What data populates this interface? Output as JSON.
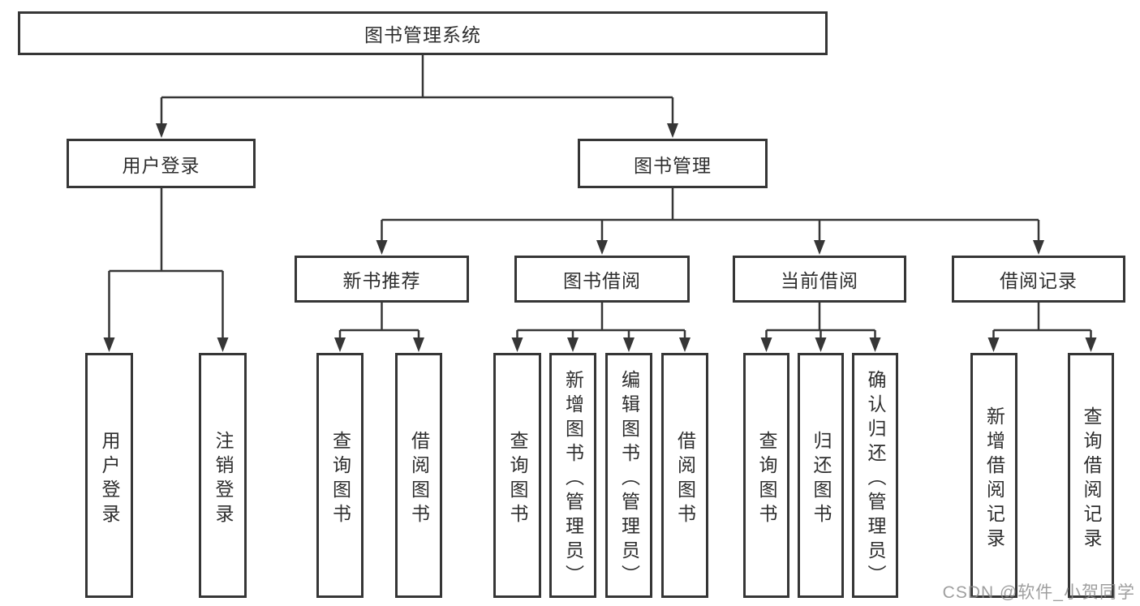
{
  "tree": {
    "root": {
      "label": "图书管理系统"
    },
    "branches": [
      {
        "label": "用户登录",
        "leaves": [
          {
            "label": "用户登录"
          },
          {
            "label": "注销登录"
          }
        ]
      },
      {
        "label": "图书管理",
        "groups": [
          {
            "label": "新书推荐",
            "leaves": [
              {
                "label": "查询图书"
              },
              {
                "label": "借阅图书"
              }
            ]
          },
          {
            "label": "图书借阅",
            "leaves": [
              {
                "label": "查询图书"
              },
              {
                "label": "新增图书（管理员）"
              },
              {
                "label": "编辑图书（管理员）"
              },
              {
                "label": "借阅图书"
              }
            ]
          },
          {
            "label": "当前借阅",
            "leaves": [
              {
                "label": "查询图书"
              },
              {
                "label": "归还图书"
              },
              {
                "label": "确认归还（管理员）"
              }
            ]
          },
          {
            "label": "借阅记录",
            "leaves": [
              {
                "label": "新增借阅记录"
              },
              {
                "label": "查询借阅记录"
              }
            ]
          }
        ]
      }
    ]
  },
  "watermark": {
    "text": "CSDN @软件_小贺同学"
  },
  "colors": {
    "line": "#363636",
    "text": "#2e2e2e",
    "background": "#ffffff",
    "watermark": "#8a8a8a"
  }
}
